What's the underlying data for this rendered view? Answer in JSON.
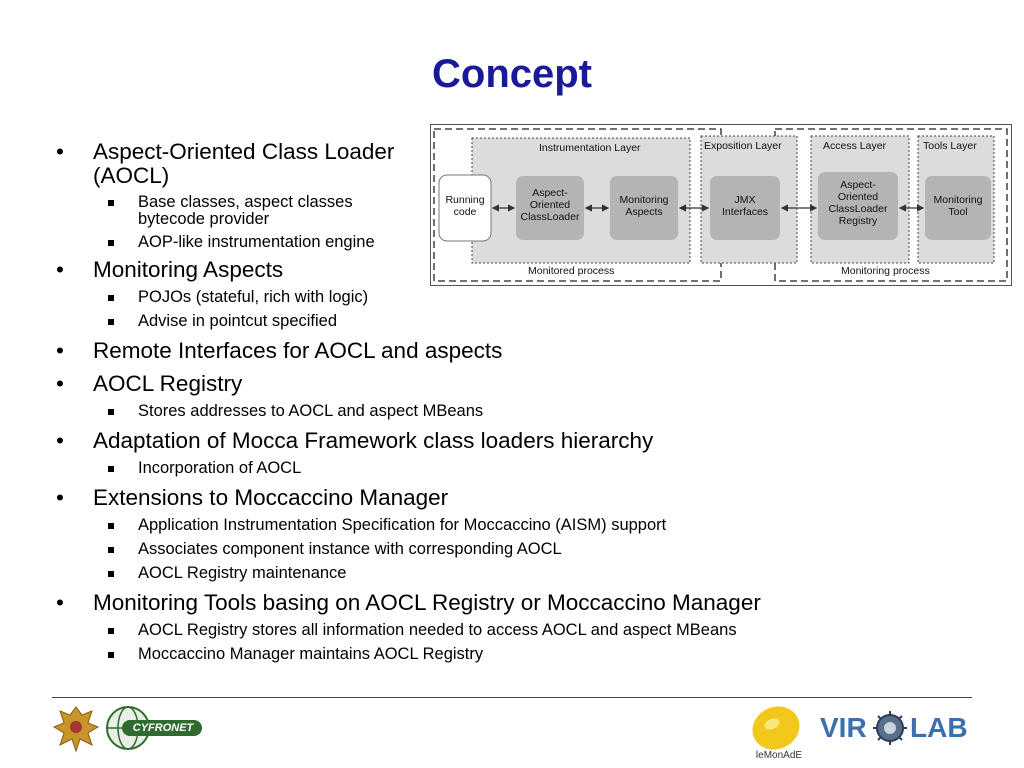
{
  "slide": {
    "title": "Concept"
  },
  "bullets": [
    {
      "text": "Aspect-Oriented Class Loader (AOCL)",
      "line1": "Aspect-Oriented Class Loader",
      "line2": "(AOCL)",
      "sub": [
        {
          "line1": "Base classes, aspect classes",
          "line2": "bytecode provider"
        },
        {
          "line1": "AOP-like instrumentation engine"
        }
      ]
    },
    {
      "text": "Monitoring Aspects",
      "sub": [
        {
          "line1": "POJOs (stateful, rich with logic)"
        },
        {
          "line1": "Advise in pointcut specified"
        }
      ]
    },
    {
      "text": "Remote Interfaces for AOCL and aspects",
      "sub": []
    },
    {
      "text": "AOCL Registry",
      "sub": [
        {
          "line1": "Stores addresses to AOCL and aspect MBeans"
        }
      ]
    },
    {
      "text": "Adaptation of Mocca Framework class loaders hierarchy",
      "sub": [
        {
          "line1": "Incorporation of AOCL"
        }
      ]
    },
    {
      "text": "Extensions to Moccaccino Manager",
      "sub": [
        {
          "line1": "Application Instrumentation Specification for Moccaccino (AISM) support"
        },
        {
          "line1": "Associates component instance with corresponding AOCL"
        },
        {
          "line1": "AOCL Registry maintenance"
        }
      ]
    },
    {
      "text": "Monitoring Tools basing on AOCL Registry or Moccaccino Manager",
      "sub": [
        {
          "line1": "AOCL Registry stores all information needed to access AOCL and aspect MBeans"
        },
        {
          "line1": "Moccaccino Manager maintains AOCL Registry"
        }
      ]
    }
  ],
  "diagram": {
    "layers": {
      "instrumentation": "Instrumentation Layer",
      "exposition": "Exposition Layer",
      "access": "Access Layer",
      "tools": "Tools Layer"
    },
    "boxes": {
      "running_code": [
        "Running",
        "code"
      ],
      "aocl": [
        "Aspect-",
        "Oriented",
        "ClassLoader"
      ],
      "monitoring_aspects": [
        "Monitoring",
        "Aspects"
      ],
      "jmx": [
        "JMX",
        "Interfaces"
      ],
      "registry": [
        "Aspect-",
        "Oriented",
        "ClassLoader",
        "Registry"
      ],
      "monitoring_tool": [
        "Monitoring",
        "Tool"
      ]
    },
    "regions": {
      "monitored": "Monitored process",
      "monitoring": "Monitoring process"
    }
  },
  "footer": {
    "logos": {
      "left_crest": "eagle-crest-logo",
      "cyfronet": "CYFRONET",
      "lemonade": "leMonAdE",
      "virolab_left": "VIR",
      "virolab_right": "LAB"
    }
  },
  "colors": {
    "title": "#1a1a99",
    "virolab": "#3a6fb0",
    "cyfronet_green": "#2f6b2f",
    "lemon": "#f2c81c"
  }
}
